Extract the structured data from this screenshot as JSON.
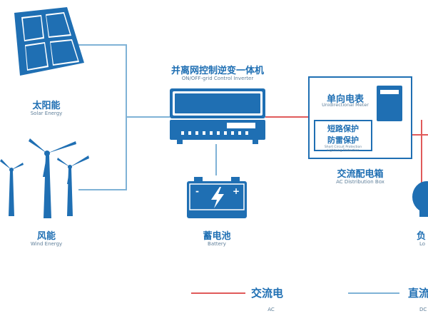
{
  "nodes": {
    "solar": {
      "label_zh": "太阳能",
      "label_en": "Solar Energy"
    },
    "wind": {
      "label_zh": "风能",
      "label_en": "Wind Energy"
    },
    "inverter": {
      "label_zh": "并离网控制逆变一体机",
      "label_en": "ON/OFF-grid Control Inverter"
    },
    "battery": {
      "label_zh": "蓄电池",
      "label_en": "Battery"
    },
    "distribution_box": {
      "label_zh": "交流配电箱",
      "label_en": "AC Distribution Box"
    },
    "meter": {
      "label_zh": "单向电表",
      "label_en": "Unidirectional Meter"
    },
    "protection": {
      "line1_zh": "短路保护",
      "line2_zh": "防雷保护",
      "line1_en": "Short Circuit Protection",
      "line2_en": "Lightning Protection"
    },
    "load": {
      "label_zh": "负",
      "label_en": "Lo"
    }
  },
  "legend": {
    "ac": {
      "label_zh": "交流电",
      "label_en": "AC",
      "color": "#e05a5a"
    },
    "dc": {
      "label_zh": "直流",
      "label_en": "DC",
      "color": "#7fb2d6"
    }
  },
  "colors": {
    "primary": "#1f6fb3",
    "dc_line": "#7fb2d6",
    "ac_line": "#e05a5a"
  }
}
